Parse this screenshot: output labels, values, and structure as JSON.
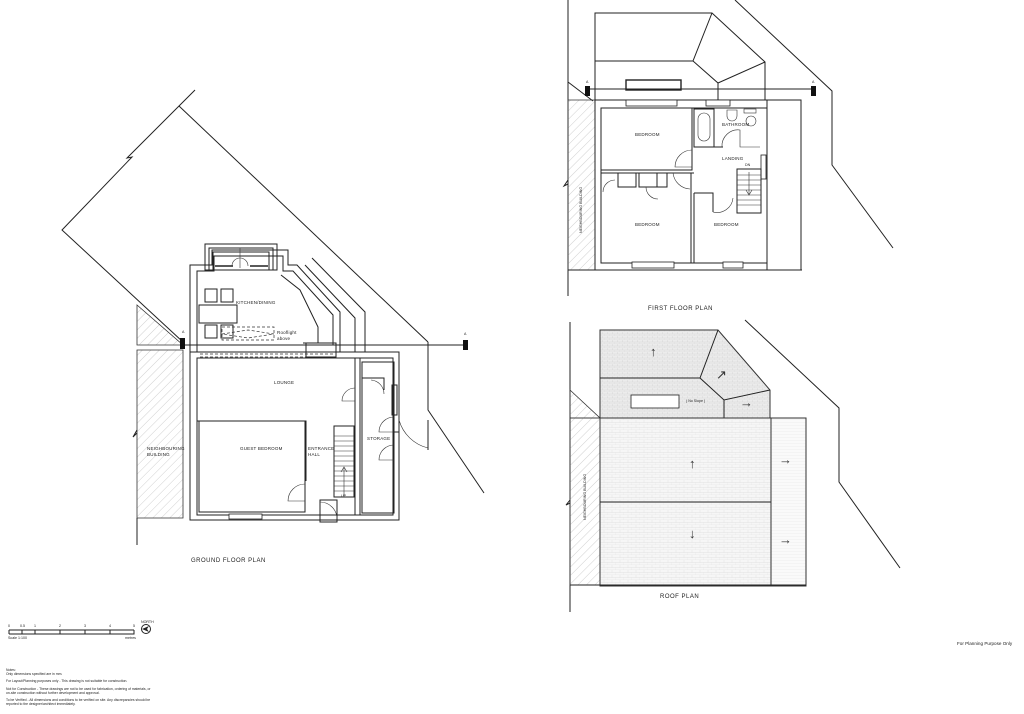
{
  "sheet": {
    "planning_note": "For Planning Purpose Only"
  },
  "ground_floor": {
    "title": "GROUND FLOOR PLAN",
    "rooms": {
      "kitchen_dining": "KITCHEN/DINING",
      "rooflight": "Rooflight",
      "rooflight_above": "above",
      "lounge": "LOUNGE",
      "guest_bedroom": "GUEST BEDROOM",
      "entrance_hall_1": "ENTRANCE",
      "entrance_hall_2": "HALL",
      "storage": "STORAGE",
      "stair_up": "UP"
    },
    "neighbouring_1": "NEIGHBOURING",
    "neighbouring_2": "BUILDING",
    "section_marker_left": "A",
    "section_marker_right": "A"
  },
  "first_floor": {
    "title": "FIRST FLOOR PLAN",
    "rooms": {
      "bedroom_1": "BEDROOM",
      "bathroom": "BATHROOM",
      "landing": "LANDING",
      "stair_down": "DN",
      "bedroom_2": "BEDROOM",
      "bedroom_3": "BEDROOM"
    },
    "neighbouring": "NEIGHBOURING BUILDING",
    "section_marker_left": "A",
    "section_marker_right": "A"
  },
  "roof": {
    "title": "ROOF PLAN",
    "no_slope": "( No Slope )",
    "neighbouring": "NEIGHBOURING BUILDING",
    "slope_arrows": [
      "up",
      "diag-up-right",
      "right",
      "up",
      "down",
      "right",
      "right"
    ]
  },
  "scale_bar": {
    "ticks": [
      "0",
      "0.5",
      "1",
      "2",
      "3",
      "4",
      "5"
    ],
    "left_caption": "Scale 1:100",
    "right_caption": "metres",
    "north_label": "NORTH"
  },
  "notes": {
    "heading": "Notes:",
    "items": [
      "Only dimensions specified are in mm.",
      "For Layout/Planning purposes only - This drawing is not suitable for construction.",
      "Not for Construction - These drawings are not to be used for fabrication, ordering of materials, or on-site construction without further development and approval.",
      "To be Verified - All dimensions and conditions to be verified on site. Any discrepancies should be reported to the designer/architect immediately."
    ]
  }
}
